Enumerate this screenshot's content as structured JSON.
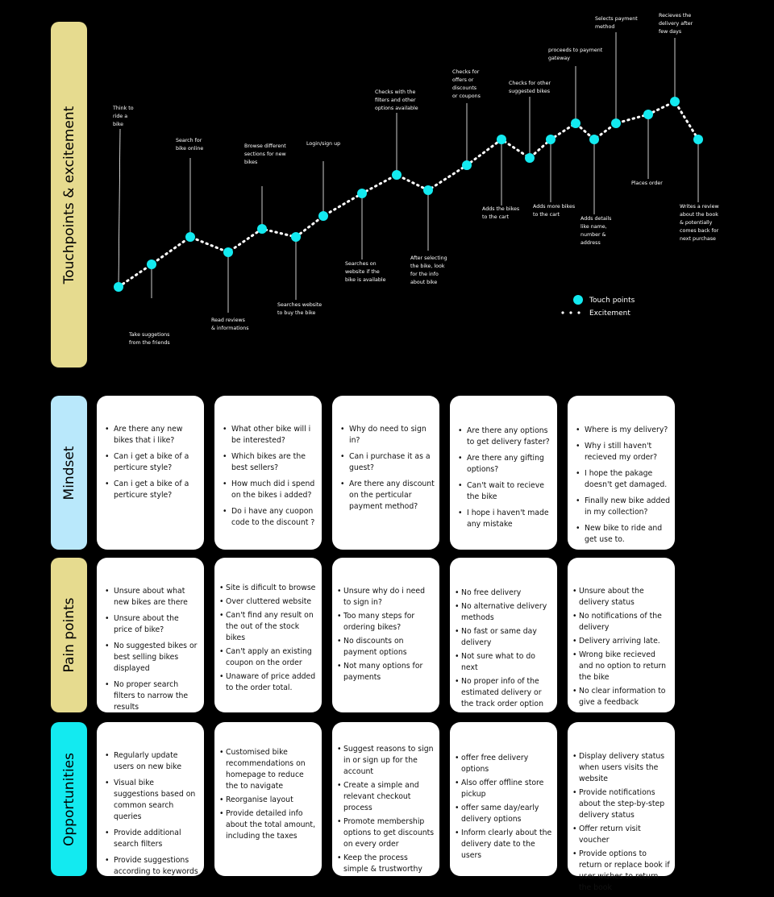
{
  "rows": {
    "touchpoints": {
      "label": "Touchpoints & excitement",
      "color": "#e6db8f"
    },
    "mindset": {
      "label": "Mindset",
      "color": "#b9e8fb"
    },
    "pain": {
      "label": "Pain points",
      "color": "#e6db8f"
    },
    "opps": {
      "label": "Opportunities",
      "color": "#13eaf0"
    }
  },
  "legend": {
    "touch": "Touch points",
    "excite": "Excitement"
  },
  "accent": "#13eaf0",
  "journey_points": [
    {
      "label": [
        "Think to",
        "ride a",
        "bike"
      ],
      "pos": "above"
    },
    {
      "label": [
        "Take suggetions",
        "from the friends"
      ],
      "pos": "below"
    },
    {
      "label": [
        "Search for",
        "bike online"
      ],
      "pos": "above"
    },
    {
      "label": [
        "Read reviews",
        "& informations"
      ],
      "pos": "below"
    },
    {
      "label": [
        "Browse different",
        "sections for new",
        "bikes"
      ],
      "pos": "above"
    },
    {
      "label": [
        "Searches website",
        "to buy the bike"
      ],
      "pos": "below"
    },
    {
      "label": [
        "Login/sign up"
      ],
      "pos": "above"
    },
    {
      "label": [
        "Searches on",
        "website if the",
        "bike is available"
      ],
      "pos": "below"
    },
    {
      "label": [
        "Checks with the",
        "filters and other",
        "options available"
      ],
      "pos": "above"
    },
    {
      "label": [
        "After selecting",
        "the bike, look",
        "for the info",
        "about bike"
      ],
      "pos": "below"
    },
    {
      "label": [
        "Checks for",
        "offers or",
        "discounts",
        "or coupons"
      ],
      "pos": "above"
    },
    {
      "label": [
        "Adds the bikes",
        "to the cart"
      ],
      "pos": "below"
    },
    {
      "label": [
        "Checks for other",
        "suggested bikes"
      ],
      "pos": "above"
    },
    {
      "label": [
        "Adds more bikes",
        "to the cart"
      ],
      "pos": "below"
    },
    {
      "label": [
        "proceeds to payment",
        "gateway"
      ],
      "pos": "above"
    },
    {
      "label": [
        "Adds details",
        "like name,",
        "number &",
        "address"
      ],
      "pos": "below"
    },
    {
      "label": [
        "Selects payment",
        "method"
      ],
      "pos": "above"
    },
    {
      "label": [
        "Places order"
      ],
      "pos": "below"
    },
    {
      "label": [
        "Recieves the",
        "delivery after",
        "few days"
      ],
      "pos": "above"
    },
    {
      "label": [
        "Writes a review",
        "about the book",
        "& potentially",
        "comes back for",
        "next purchase"
      ],
      "pos": "below"
    }
  ],
  "mindset_cards": [
    [
      "Are there any new bikes that i  like?",
      "Can i get a bike of a perticure style?",
      "Can i get a bike of a perticure style?"
    ],
    [
      "What other bike will i be interested?",
      "Which bikes are the best sellers?",
      "How much did i spend on the bikes i added?",
      "Do i have any cuopon code to the discount ?"
    ],
    [
      "Why do need to sign in?",
      "Can i purchase it as a guest?",
      "Are there any discount on the perticular payment method?"
    ],
    [
      "Are there any options to get delivery faster?",
      "Are there any gifting options?",
      "Can't wait to recieve the bike",
      "I hope i haven't made any mistake"
    ],
    [
      "Where is my delivery?",
      "Why i still haven't recieved my order?",
      "I hope the pakage doesn't get damaged.",
      "Finally new bike added in my collection?",
      "New bike to ride and get use to."
    ]
  ],
  "pain_cards": [
    [
      "Unsure about what new bikes are there",
      "Unsure about the price of bike?",
      "No suggested bikes or best selling bikes displayed",
      "No proper search filters to narrow the results"
    ],
    [
      "Site is dificult to browse",
      "Over cluttered website",
      "Can't find any result on the out of the stock bikes",
      "Can't apply an existing coupon on the order",
      "Unaware of price added to the order total."
    ],
    [
      "Unsure why do i need to sign in?",
      "Too many steps for ordering bikes?",
      "No discounts on payment options",
      "Not many options for payments"
    ],
    [
      "No free delivery",
      "No alternative delivery methods",
      "No fast or same day delivery",
      "Not sure what to do next",
      "No proper info of the estimated delivery or the track order option"
    ],
    [
      "Unsure about the delivery status",
      "No notifications of the delivery",
      "Delivery arriving late.",
      "Wrong bike recieved and no option to return the bike",
      "No clear information to give a feedback"
    ]
  ],
  "opp_cards": [
    [
      "Regularly update users on new bike",
      "Visual bike suggestions based on common search queries",
      "Provide additional search filters",
      "Provide suggestions according to keywords"
    ],
    [
      "Customised bike recommendations on homepage to reduce the to navigate",
      "Reorganise layout",
      "Provide detailed info about the total amount, including the taxes"
    ],
    [
      "Suggest reasons to sign in or sign up for the account",
      "Create a simple and relevant checkout process",
      "Promote membership options to get discounts on every order",
      "Keep the process simple & trustworthy"
    ],
    [
      "offer free delivery options",
      "Also offer offline store pickup",
      "offer same day/early delivery options",
      "Inform clearly about the delivery date to the users"
    ],
    [
      "Display delivery status when users visits the website",
      "Provide notifications about the step-by-step delivery status",
      "Offer return visit voucher",
      "Provide options to return or replace book if user wishes to return the book"
    ]
  ]
}
